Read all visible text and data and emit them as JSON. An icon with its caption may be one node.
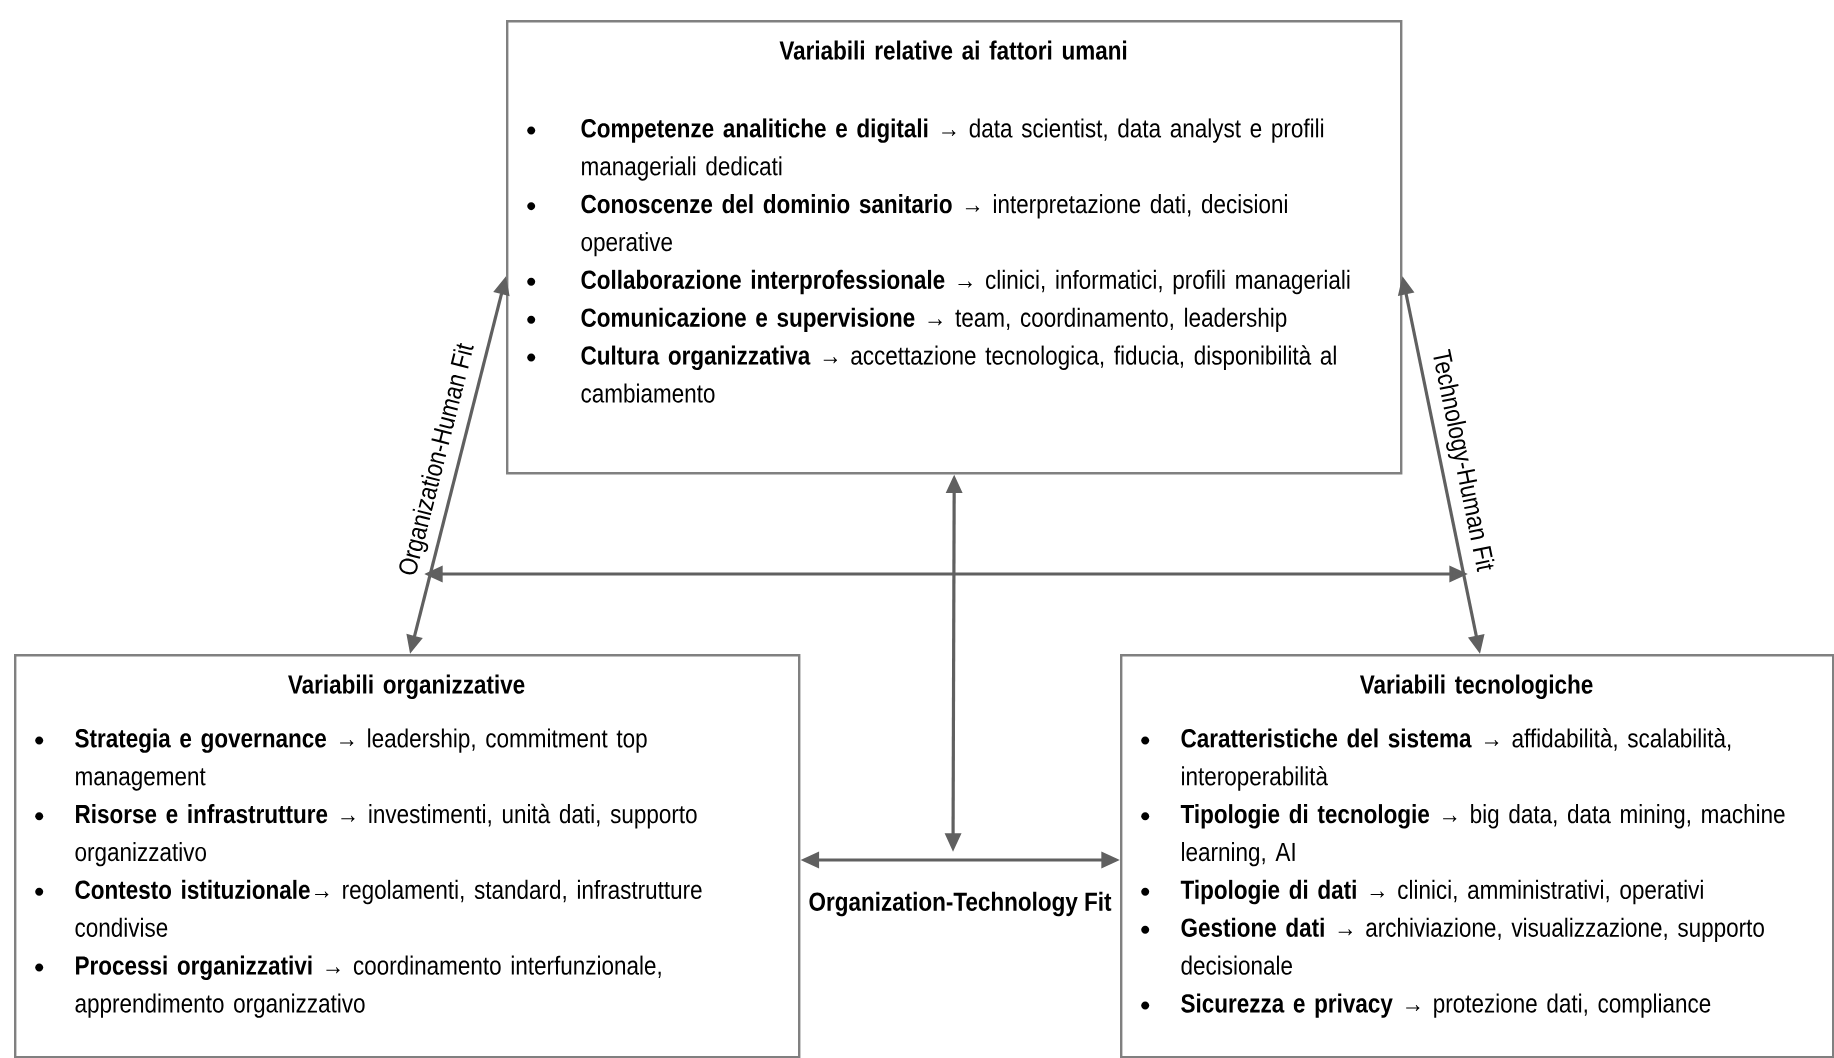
{
  "diagram": {
    "nodes": [
      {
        "text": [
          "Variabili relative ai fattori umani",
          "**Competenze analitiche e digitali** → data scientist, data analyst e profili manageriali dedicati",
          "**Conoscenze del dominio sanitario** → interpretazione dati, decisioni operative",
          "**Collaborazione interprofessionale** → clinici, informatici, profili manageriali",
          "**Comunicazione e supervisione** → team, coordinamento, leadership",
          "**Cultura organizzativa** → accettazione tecnologica, fiducia, disponibilità al cambiamento"
        ]
      },
      {
        "text": [
          "Variabili organizzative",
          "**Strategia e governance** → leadership, commitment top management",
          "**Risorse e infrastrutture** → investimenti, unità dati, supporto organizzativo",
          "**Contesto istituzionale**→ regolamenti, standard, infrastrutture condivise",
          "**Processi organizzativi** → coordinamento interfunzionale, apprendimento organizzativo"
        ]
      },
      {
        "text": [
          "Variabili tecnologiche",
          "**Caratteristiche del sistema** → affidabilità, scalabilità, interoperabilità",
          "**Tipologie di tecnologie** → big data, data mining, machine learning, AI",
          "**Tipologie di dati** → clinici, amministrativi, operativi",
          "**Gestione dati** → archiviazione, visualizzazione, supporto decisionale",
          "**Sicurezza e privacy** → protezione dati, compliance"
        ]
      }
    ],
    "edges": [
      {
        "from": 1,
        "to": 0,
        "arrow": "both",
        "label": "Organization-Human Fit"
      },
      {
        "from": 0,
        "to": 2,
        "arrow": "both",
        "label": "Technology-Human Fit"
      },
      {
        "from": 1,
        "to": 2,
        "arrow": "both",
        "label": "Organization-Technology Fit"
      },
      {
        "from": null,
        "to": 0,
        "arrow": "both"
      }
    ]
  }
}
